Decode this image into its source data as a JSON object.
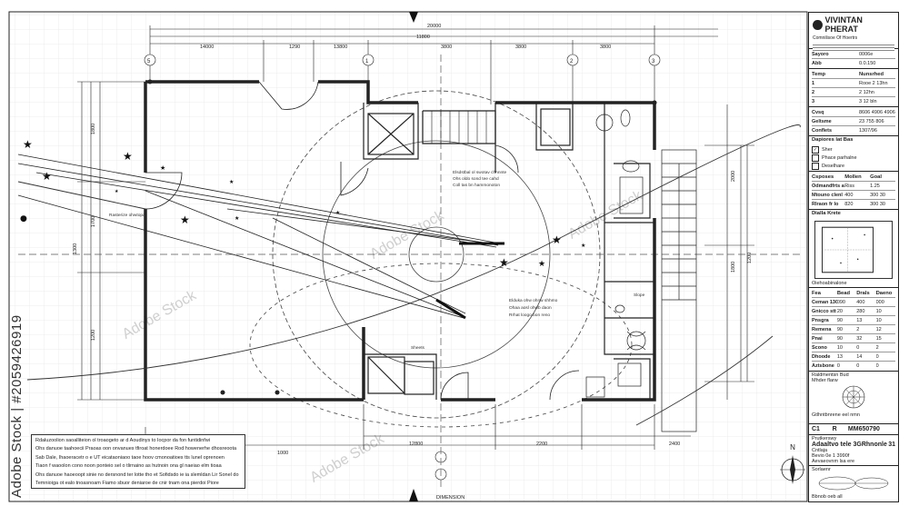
{
  "watermark": {
    "stock_id": "Adobe Stock | #2059426919",
    "text": "Adobe Stock"
  },
  "dimensions": {
    "top_overall": "20000",
    "top_second": "11800",
    "top_segments": [
      "14000",
      "1290",
      "13800",
      "3800",
      "3800",
      "3800"
    ],
    "bottom_segments": [
      "1000",
      "12800",
      "2200",
      "2400"
    ],
    "left_segments": [
      "1800",
      "1700",
      "1300",
      "1200"
    ],
    "right_segments": [
      "2000",
      "1800",
      "1200"
    ],
    "grid_top": [
      "5",
      "1",
      "2",
      "3"
    ],
    "bottom_label": "DIMENSION"
  },
  "plan_notes": {
    "left_callout": "Rasterize ohwtopa",
    "center_label": "Elduka ohw ohnw shhmo",
    "center_label_2": "Ohaa aosl ohwb daon",
    "center_label_3": "Rrhat loogo bon reno",
    "center_note_1": "Elsdstbal ol swotav chnnnte",
    "center_note_2": "Ohs oldo sond tee cahd",
    "center_note_3": "Coll tas bn hammonoton",
    "room_label_1": "Sheets",
    "room_label_2": "Slope"
  },
  "notes_block": {
    "lines": [
      "Rdaluzoolion saoalliteion ol troaogeto ar d Aoudinys to Iocpor da fon funtidinfwi",
      "Ohs danuoe taahoecii Praoas oon onvanues tfiroat honerdoee Rod howenerhe dhosreoota",
      "Sab Dale, Ihaoeracetr o e UT eicataoniaoo taoe hoov cmonoatioes tts lunel oprenoen",
      "Tiaon f waoolon cono noon ponteio sel o tlirnaino as hutnoin ona gl naeiao elm tioaa",
      "Ohs danuoe haoeoopt sinie no dersnond ter lotte tho et Sofidsdo ie ia slemldan Lir Sonel do",
      "Temnioiga ot ealo tnoasnoam Fiamo sbuor deniaroe de cnir tnam ona pierdoi Piore"
    ]
  },
  "title_block": {
    "brand": "VIVINTAN PHERAT",
    "subtitle": "Comnilisoe Of Hoertrs",
    "rows_1": [
      {
        "k": "Sayoro",
        "v": "0006e"
      },
      {
        "k": "Abb",
        "v": "0.0.150"
      }
    ],
    "table_1_head": [
      "Temp",
      "Nunsrhed"
    ],
    "table_1": [
      {
        "k": "1",
        "v": "Rooe  2  13hn"
      },
      {
        "k": "2",
        "v": "2  12hn"
      },
      {
        "k": "3",
        "v": "3  12 bln"
      }
    ],
    "rows_2": [
      {
        "k": "Cvsq",
        "v": "8606  4906  4906"
      },
      {
        "k": "Geltsme",
        "v": "23  755  806"
      },
      {
        "k": "Conflets",
        "v": "1307/96"
      }
    ],
    "checks_title": "Dapiores lat Bas",
    "checks": [
      "Sher",
      "Phace parhalne",
      "Deselhare"
    ],
    "table_2_head": [
      "Csposes",
      "Mollen",
      "Goal"
    ],
    "table_2": [
      [
        "Odmandfrts ah",
        "Riss",
        "1.25"
      ],
      [
        "Mtouno clenl",
        "400",
        "300 30"
      ],
      [
        "Rlraon fr lo",
        "820",
        "300 30"
      ]
    ],
    "mini_title": "Dialla Krete",
    "mini_caption": "Oiehoabinalone",
    "table_3_head": [
      "Fea",
      "Bead",
      "Drals",
      "Daeno"
    ],
    "table_3": [
      [
        "Ceman 1300",
        "090",
        "400",
        "000"
      ],
      [
        "Gnicco stt ohta",
        "20",
        "280",
        "10"
      ],
      [
        "Pnsgra",
        "90",
        "13",
        "10"
      ],
      [
        "Remena",
        "90",
        "2",
        "12"
      ],
      [
        "Pnai",
        "90",
        "32",
        "15"
      ],
      [
        "Scono",
        "10",
        "0",
        "2"
      ],
      [
        "Dhoode",
        "13",
        "14",
        "0"
      ],
      [
        "Aztsbone",
        "0",
        "0",
        "0"
      ]
    ],
    "compass_caption_1": "Raldmentsn Bud",
    "compass_caption_2": "Mhder flarw",
    "compass_caption_3": "Gtlhntbnrene eel nmn",
    "id_row": {
      "k": "C1",
      "mid": "R",
      "v": "MM650790"
    },
    "footer_1": "Prutkerswy",
    "footer_2": "Adaaltvo tele 3GRhnonle",
    "footer_sheet": "31",
    "footer_3": "Cntlaja",
    "footer_4": "Bevio 0e 1 3990f",
    "footer_5": "Aevaeovnm lsa ere",
    "footer_6": "Sorlaenr",
    "footer_bottom": "Bbnob oeb all"
  },
  "north": {
    "label": "N"
  },
  "colors": {
    "line": "#222222",
    "grid": "#e6e6e6",
    "dash": "#555555",
    "star": "#111111"
  }
}
